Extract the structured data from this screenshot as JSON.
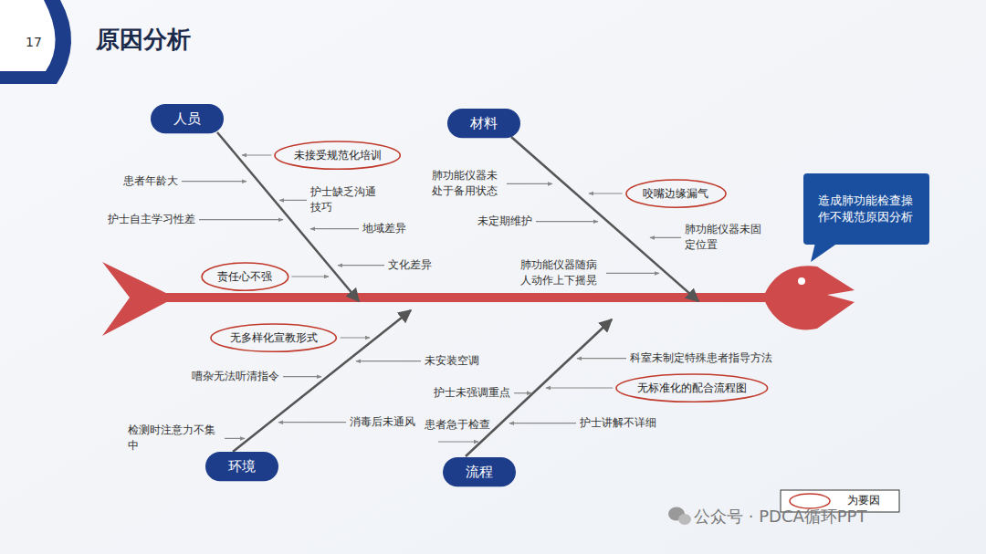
{
  "diagram": {
    "title": "原因分析",
    "nodes": [
      {
        "text": [
          "人员"
        ]
      },
      {
        "text": [
          "未接受规范化培训"
        ]
      },
      {
        "text": [
          "责任心不强"
        ]
      },
      {
        "text": [
          "材料"
        ]
      },
      {
        "text": [
          "咬嘴边缘漏气"
        ]
      },
      {
        "text": [
          "造成肺功能检查操作不规范原因分析"
        ]
      },
      {
        "text": [
          "无多样化宣教形式"
        ]
      },
      {
        "text": [
          "无标准化的配合流程图"
        ]
      },
      {
        "text": [
          "环境"
        ]
      },
      {
        "text": [
          "流程"
        ]
      }
    ],
    "labels": [
      "17",
      "患者年龄大",
      "护士缺乏沟通技巧",
      "护士自主学习性差",
      "地域差异",
      "文化差异",
      "肺功能仪器未处于备用状态",
      "未定期维护",
      "肺功能仪器未固定位置",
      "肺功能仪器随病人动作上下摇晃",
      "嘈杂无法听清指令",
      "未安装空调",
      "检测时注意力不集中",
      "消毒后未通风",
      "科室未制定特殊患者指导方法",
      "护士未强调重点",
      "护士讲解不详细",
      "患者急于检查",
      "公众号 · PDCA循环PPT"
    ],
    "legend": [
      {
        "text": "为要因"
      }
    ]
  }
}
